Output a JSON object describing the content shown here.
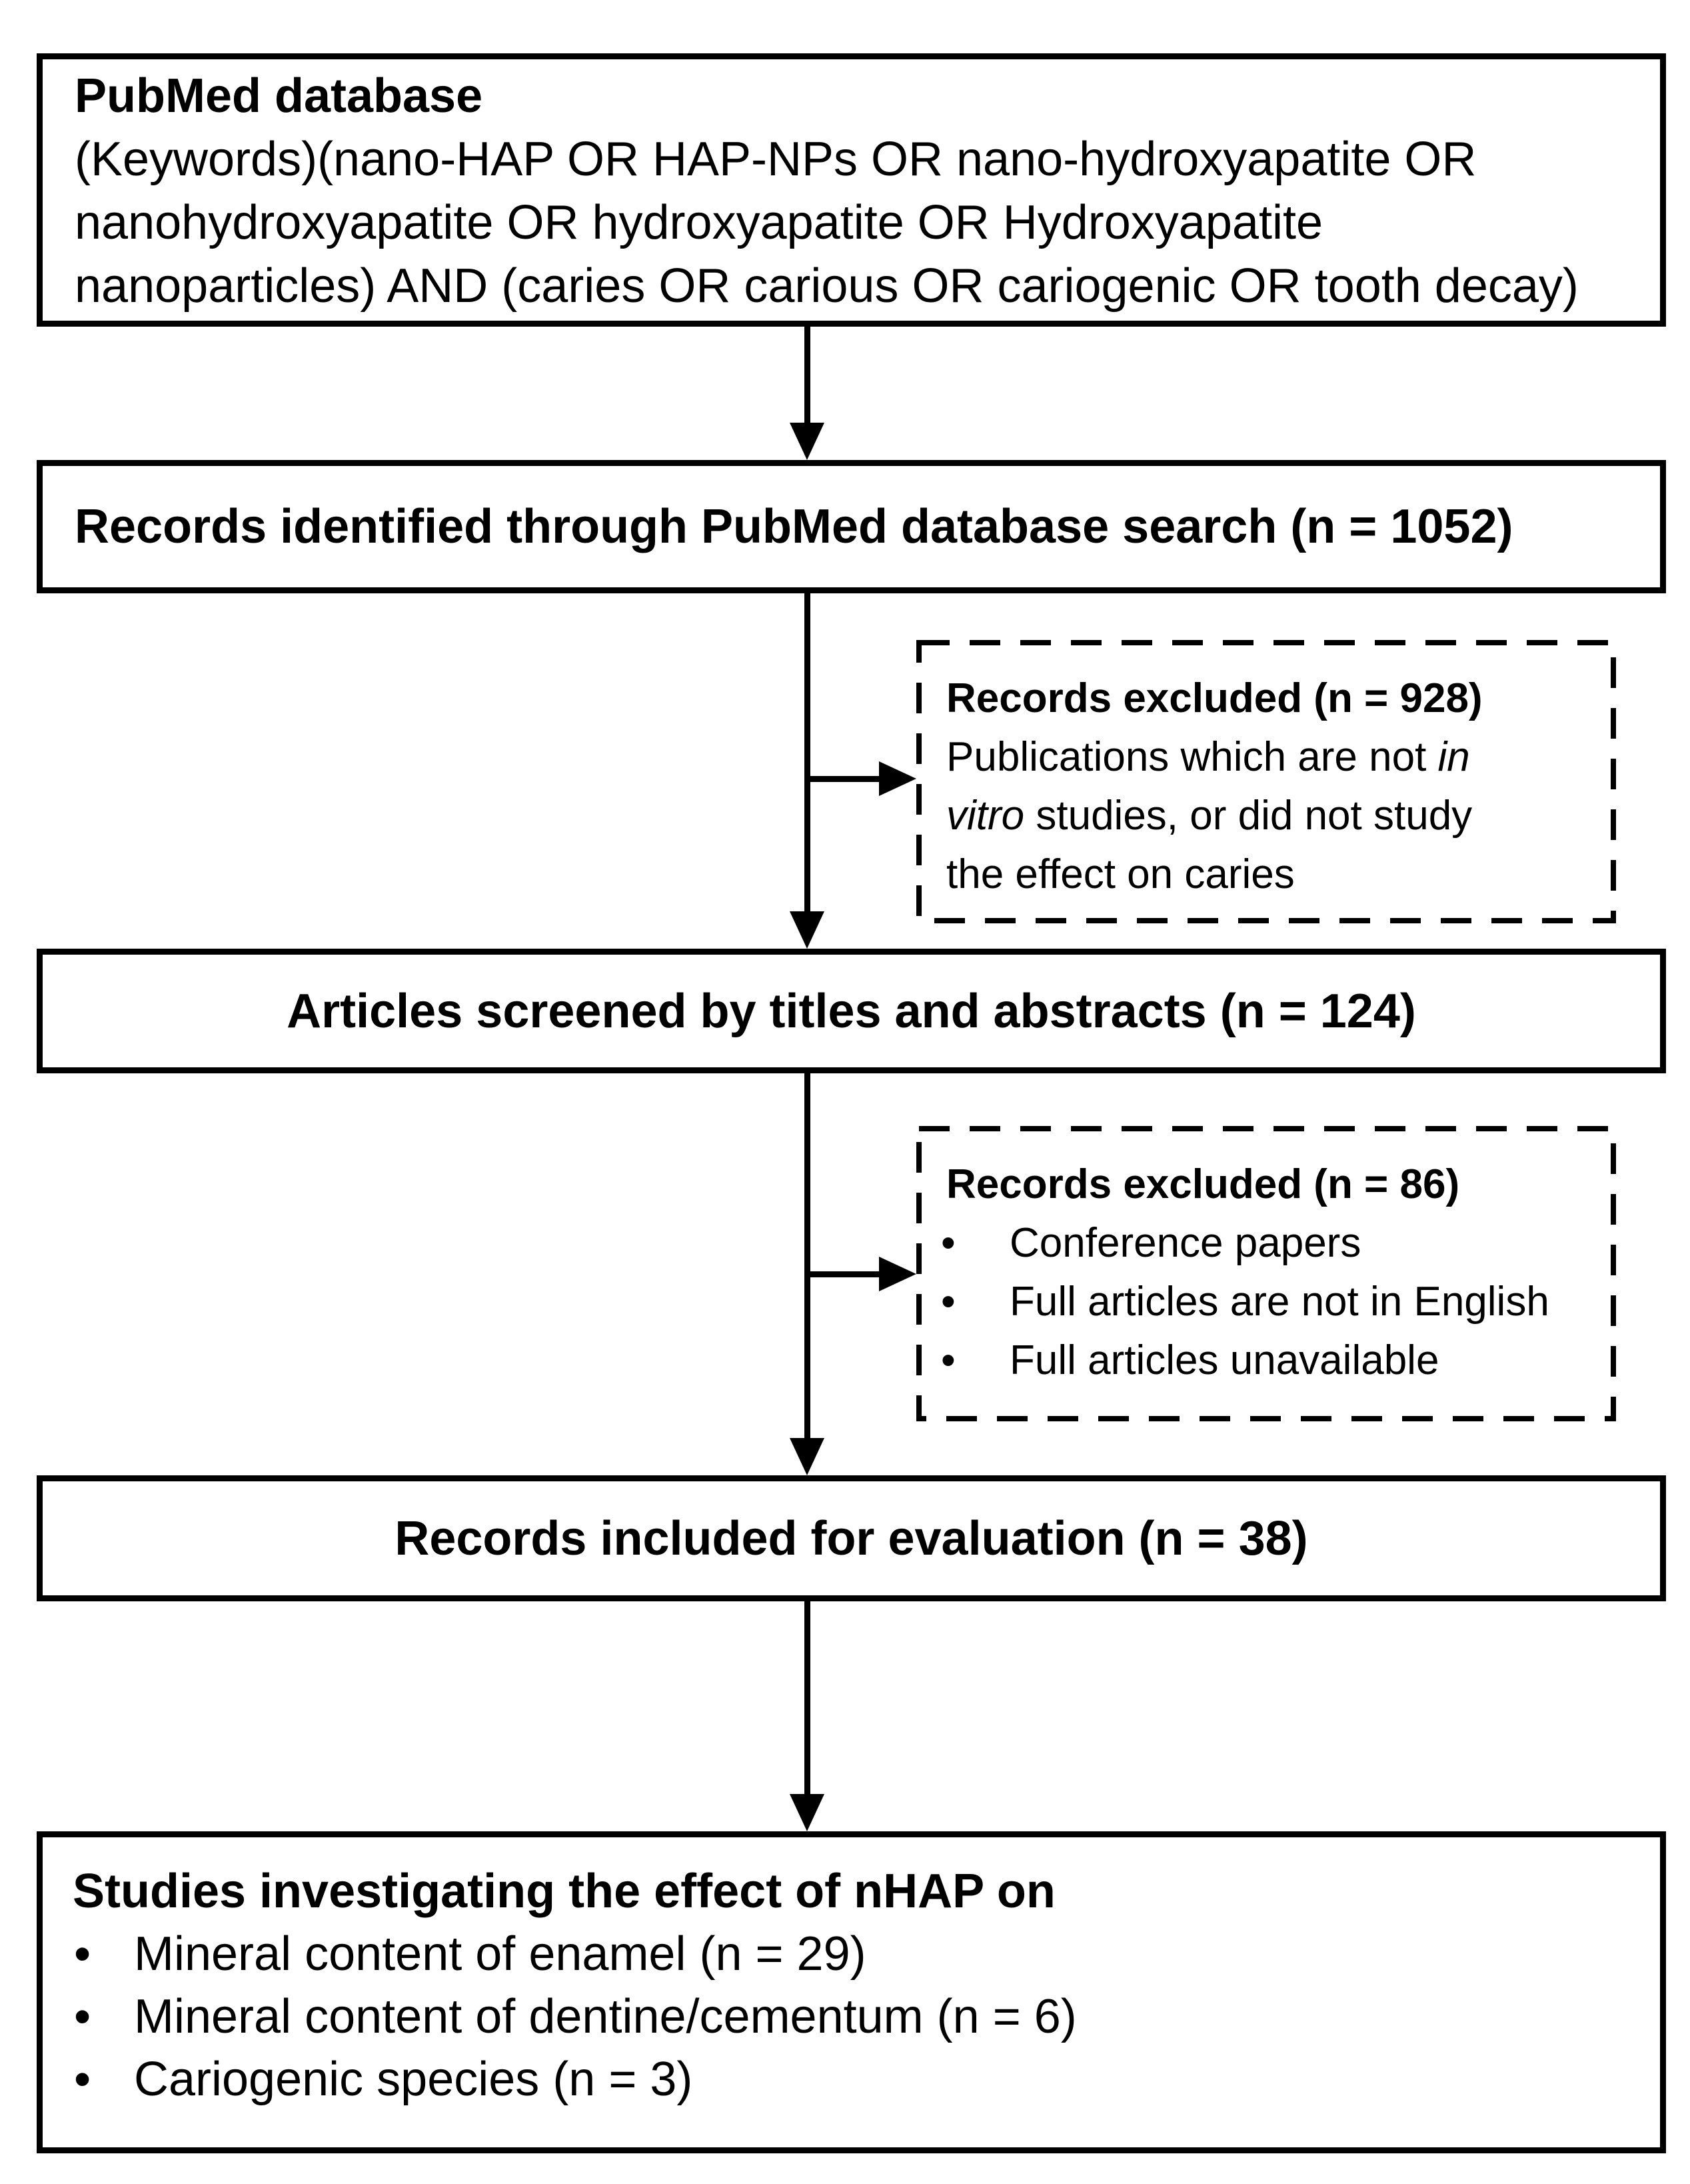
{
  "page": {
    "background": "#ffffff",
    "text_color": "#000000"
  },
  "flowchart": {
    "bullet_char": "•",
    "pubmed_box": {
      "title": "PubMed database",
      "keyword_lines": [
        [
          {
            "t": "(Keywords)(nano-HAP OR HAP-NPs OR nano-hydroxyapatite OR"
          }
        ],
        [
          {
            "t": "nanohydroxyapatite OR hydroxyapatite OR Hydroxyapatite"
          }
        ],
        [
          {
            "t": "nanoparticles) AND (caries OR carious OR cariogenic OR tooth decay)"
          }
        ]
      ]
    },
    "records_identified_box": {
      "label": "Records identified through PubMed database search (n = 1052)"
    },
    "records_excluded_928_box": {
      "title": "Records excluded (n = 928)",
      "reason_lines": [
        [
          {
            "t": "Publications which are not "
          },
          {
            "t": "in",
            "i": true
          }
        ],
        [
          {
            "t": "vitro",
            "i": true
          },
          {
            "t": " studies, or did not study"
          }
        ],
        [
          {
            "t": "the effect on caries"
          }
        ]
      ]
    },
    "articles_screened_box": {
      "label": "Articles screened by titles and abstracts (n = 124)"
    },
    "records_excluded_86_box": {
      "title": "Records excluded (n = 86)",
      "bullets": [
        "Conference papers",
        "Full articles are not in English",
        "Full articles unavailable"
      ]
    },
    "records_included_box": {
      "label": "Records included for evaluation (n = 38)"
    },
    "studies_box": {
      "title": "Studies investigating the effect of nHAP on",
      "bullets": [
        "Mineral content of enamel (n = 29)",
        "Mineral content of dentine/cementum (n = 6)",
        "Cariogenic species (n = 3)"
      ]
    }
  }
}
